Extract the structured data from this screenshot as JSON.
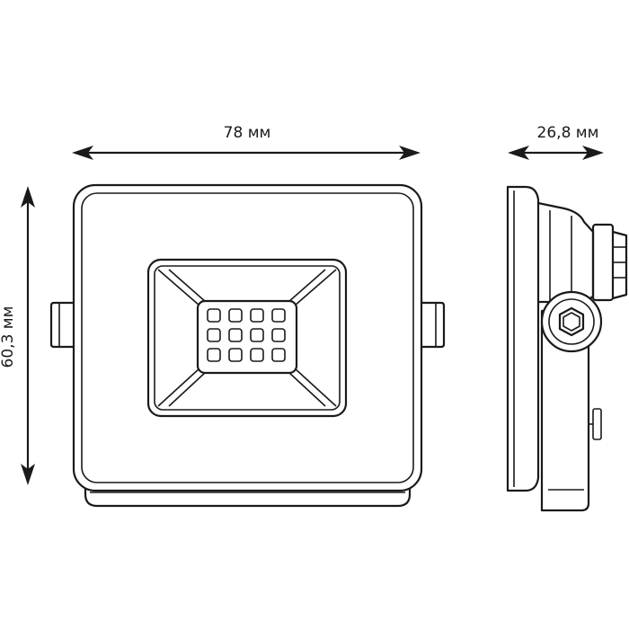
{
  "dimensions": {
    "width": "78 мм",
    "depth": "26,8 мм",
    "height": "60,3 мм"
  },
  "colors": {
    "line": "#1a1a1a",
    "background": "#ffffff"
  },
  "led_grid": {
    "rows": 3,
    "cols": 4
  }
}
